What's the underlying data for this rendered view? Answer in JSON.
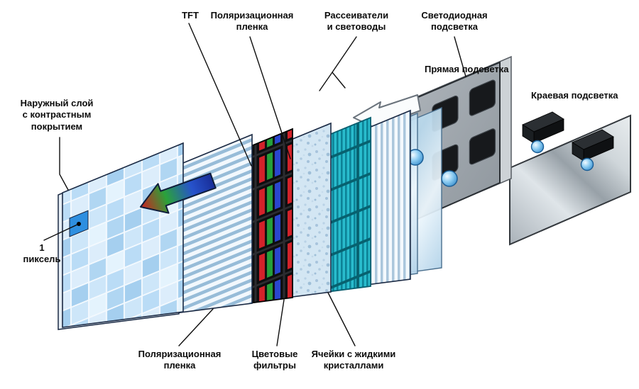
{
  "diagram": {
    "title_hint": "Exploded view of LCD panel layers",
    "labels": {
      "outer_layer": "Наружный слой с контрастным покрытием",
      "one_pixel": "1 пиксель",
      "tft": "TFT",
      "polarizing_film_top": "Поляризационная пленка",
      "diffusers": "Рассеиватели и световоды",
      "led_backlight": "Светодиодная подсветка",
      "direct_backlight": "Прямая подсветка",
      "edge_backlight": "Краевая подсветка",
      "polarizing_film_bottom": "Поляризационная пленка",
      "color_filters": "Цветовые фильтры",
      "lc_cells": "Ячейки с жидкими кристаллами"
    },
    "colors": {
      "pixel_blue": "#2e8fe0",
      "tft_teal": "#29bccd",
      "glass_blue": "#cfe4f2",
      "panel_gray": "#9aa1a7",
      "outline_navy": "#1b2a44"
    }
  }
}
